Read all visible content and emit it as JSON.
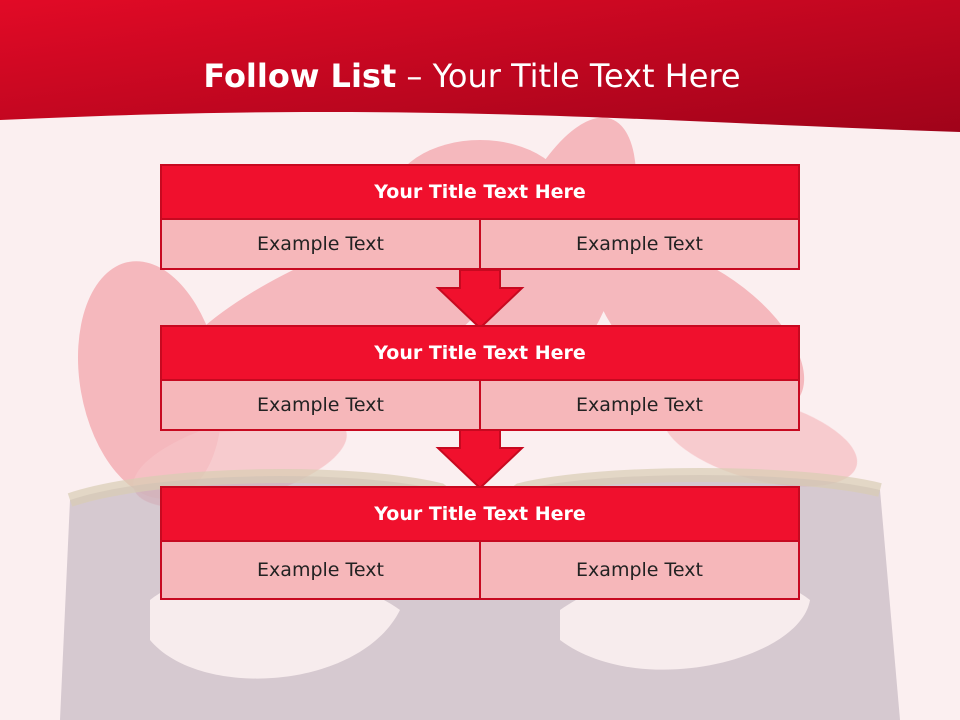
{
  "title": {
    "bold": "Follow List",
    "rest": "– Your Title Text Here"
  },
  "blocks": [
    {
      "title": "Your Title Text Here",
      "left": "Example Text",
      "right": "Example Text"
    },
    {
      "title": "Your Title Text Here",
      "left": "Example Text",
      "right": "Example Text"
    },
    {
      "title": "Your Title Text Here",
      "left": "Example Text",
      "right": "Example Text"
    }
  ],
  "colors": {
    "accent": "#f0102d",
    "header_band": "#d9061f",
    "cell_fill": "#f6b7ba",
    "background": "#fbeff0"
  },
  "background_image": "carnival-mask-with-red-feathers"
}
